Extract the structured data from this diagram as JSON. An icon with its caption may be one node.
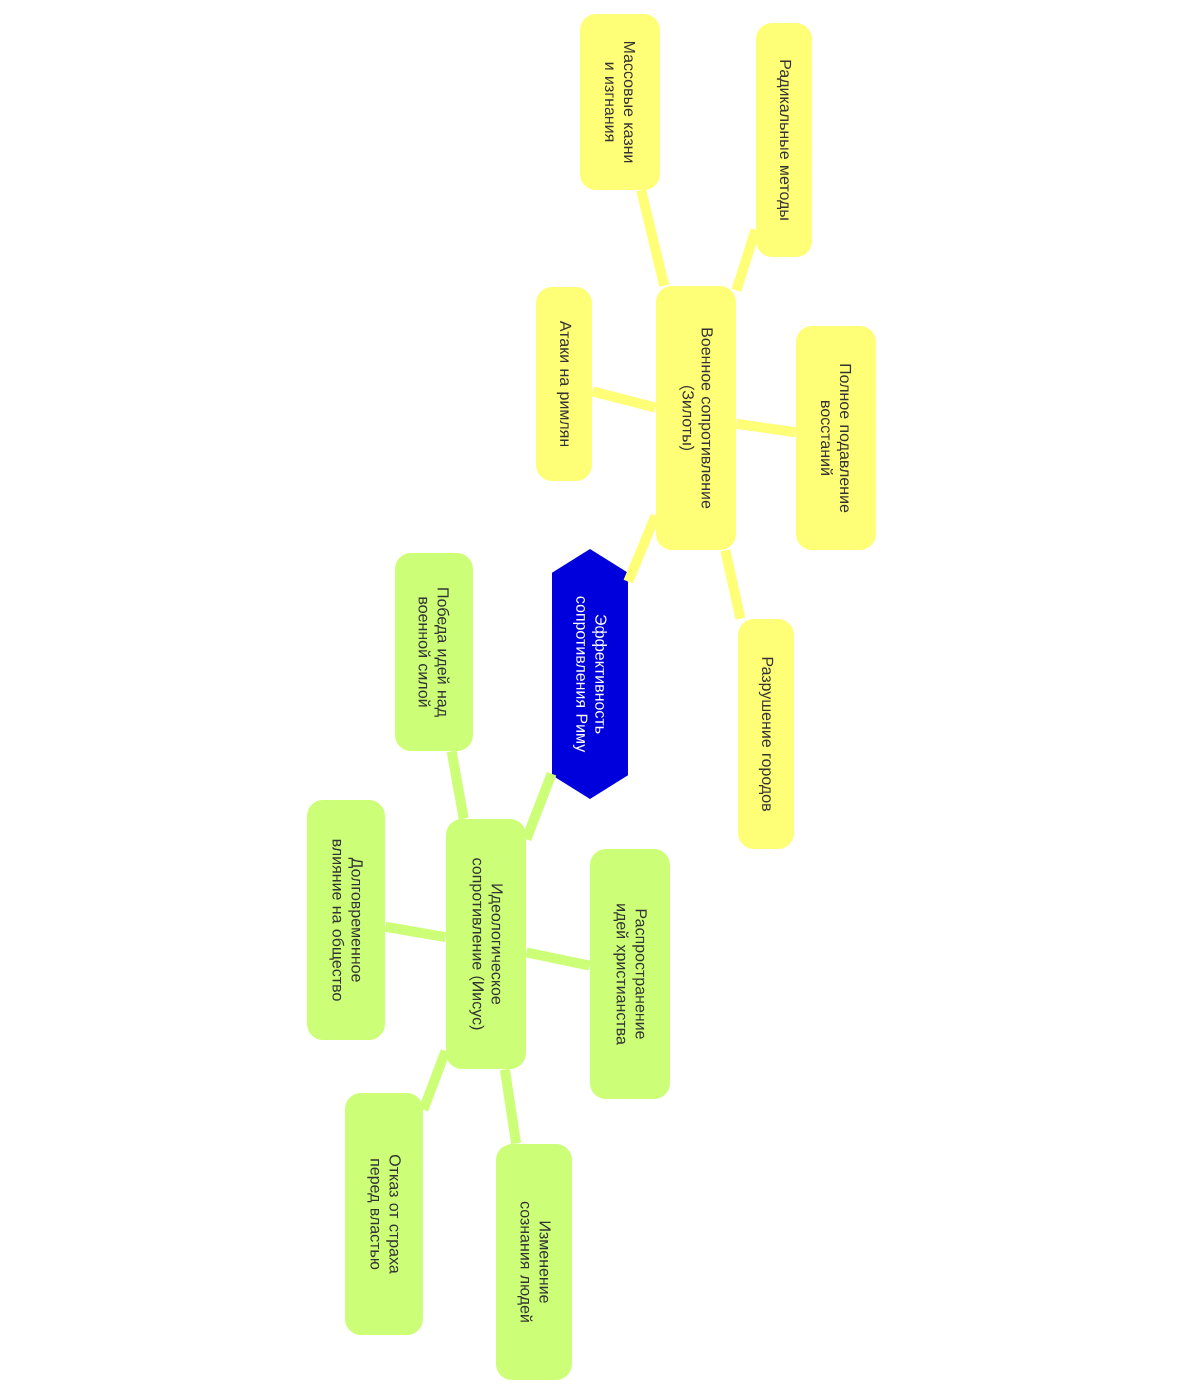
{
  "diagram": {
    "nodes": [
      {
        "text": [
          "Эффективность сопротивления Риму"
        ]
      },
      {
        "text": [
          "Военное сопротивление (Зилоты)"
        ]
      },
      {
        "text": [
          "Массовые казни и изгнания"
        ]
      },
      {
        "text": [
          "Радикальные методы"
        ]
      },
      {
        "text": [
          "Атаки на римлян"
        ]
      },
      {
        "text": [
          "Полное подавление восстаний"
        ]
      },
      {
        "text": [
          "Разрушение городов"
        ]
      },
      {
        "text": [
          "Идеологическое сопротивление (Иисус)"
        ]
      },
      {
        "text": [
          "Победа идей над военной силой"
        ]
      },
      {
        "text": [
          "Долговременное влияние на общество"
        ]
      },
      {
        "text": [
          "Распространение идей христианства"
        ]
      },
      {
        "text": [
          "Отказ от страха перед властью"
        ]
      },
      {
        "text": [
          "Изменение сознания людей"
        ]
      }
    ],
    "edges": [
      {
        "from": 0,
        "to": 1,
        "arrow": "none",
        "color": "#ffff77"
      },
      {
        "from": 1,
        "to": 2,
        "arrow": "none",
        "color": "#ffff77"
      },
      {
        "from": 1,
        "to": 3,
        "arrow": "none",
        "color": "#ffff77"
      },
      {
        "from": 1,
        "to": 4,
        "arrow": "none",
        "color": "#ffff77"
      },
      {
        "from": 1,
        "to": 5,
        "arrow": "none",
        "color": "#ffff77"
      },
      {
        "from": 1,
        "to": 6,
        "arrow": "none",
        "color": "#ffff77"
      },
      {
        "from": 0,
        "to": 7,
        "arrow": "none",
        "color": "#ccff77"
      },
      {
        "from": 7,
        "to": 8,
        "arrow": "none",
        "color": "#ccff77"
      },
      {
        "from": 7,
        "to": 9,
        "arrow": "none",
        "color": "#ccff77"
      },
      {
        "from": 7,
        "to": 10,
        "arrow": "none",
        "color": "#ccff77"
      },
      {
        "from": 7,
        "to": 11,
        "arrow": "none",
        "color": "#ccff77"
      },
      {
        "from": 7,
        "to": 12,
        "arrow": "none",
        "color": "#ccff77"
      }
    ]
  }
}
